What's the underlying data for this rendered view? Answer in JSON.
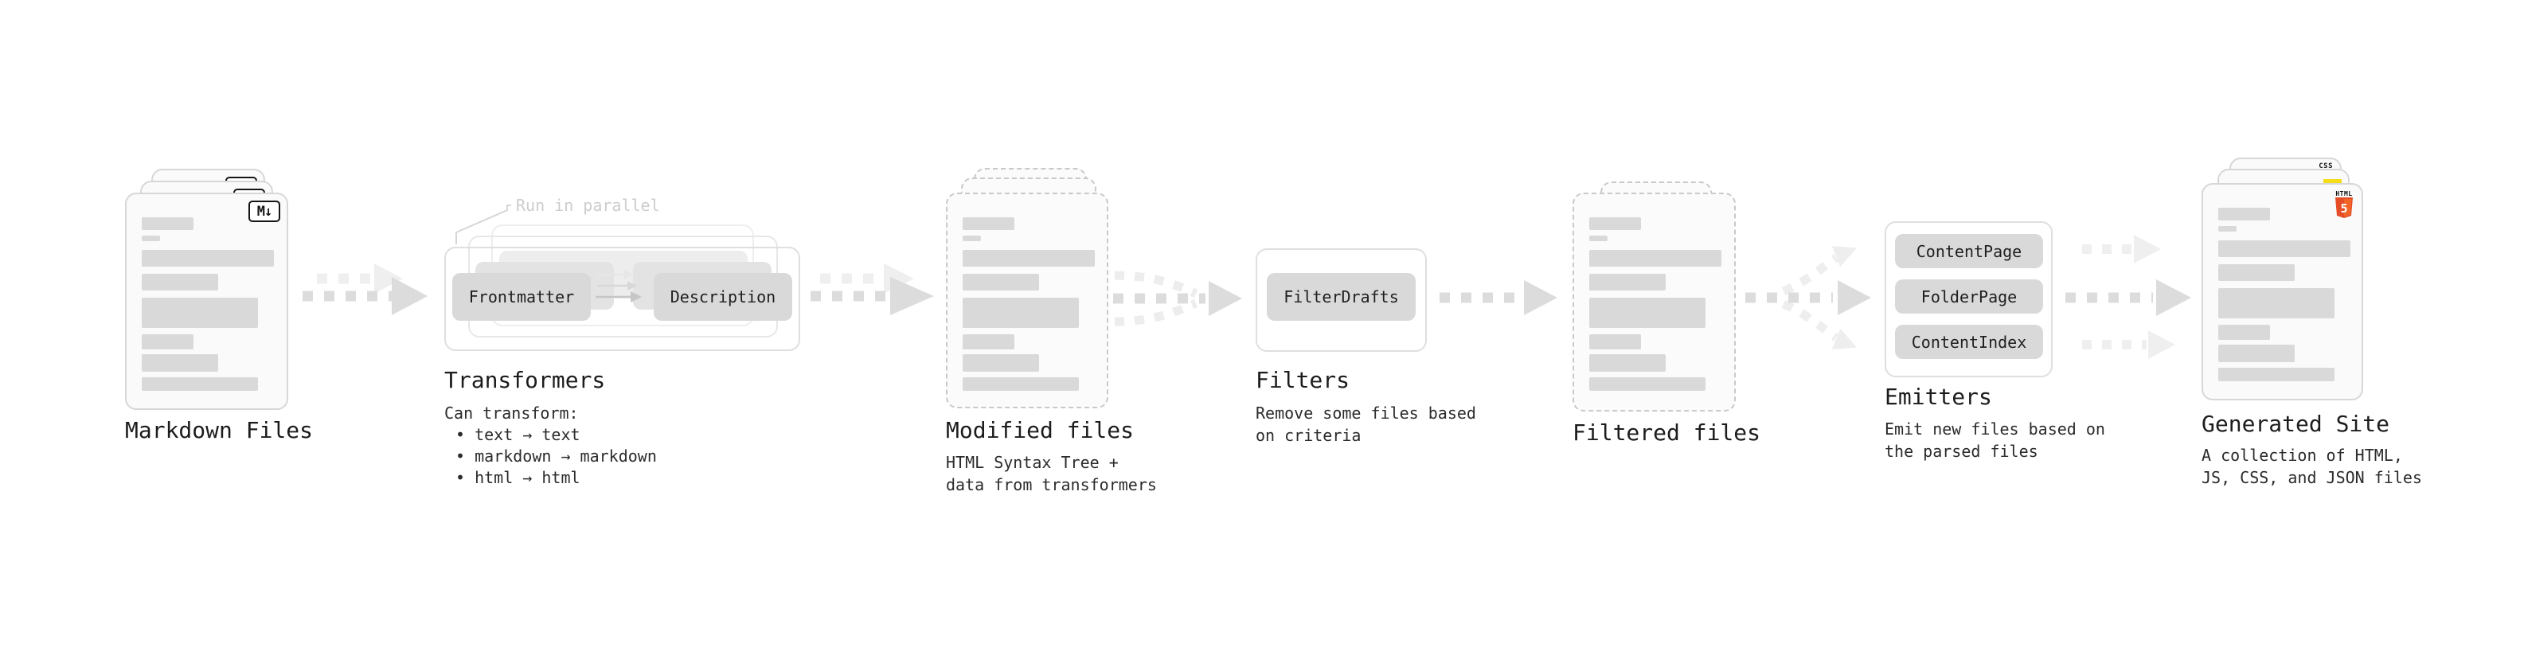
{
  "diagram": {
    "stages": {
      "markdown_files": {
        "label": "Markdown Files"
      },
      "transformers": {
        "label": "Transformers",
        "note": "Run in parallel",
        "buttons": [
          "Frontmatter",
          "Description"
        ],
        "desc_heading": "Can transform:",
        "bullets": [
          "• text → text",
          "• markdown → markdown",
          "• html → html"
        ]
      },
      "modified_files": {
        "label": "Modified files",
        "desc": "HTML Syntax Tree +\ndata from transformers"
      },
      "filters": {
        "label": "Filters",
        "buttons": [
          "FilterDrafts"
        ],
        "desc": "Remove some files based\non criteria"
      },
      "filtered_files": {
        "label": "Filtered files"
      },
      "emitters": {
        "label": "Emitters",
        "buttons": [
          "ContentPage",
          "FolderPage",
          "ContentIndex"
        ],
        "desc": "Emit new files based on\nthe parsed files"
      },
      "generated_site": {
        "label": "Generated Site",
        "desc": "A collection of HTML,\nJS, CSS, and JSON files"
      }
    },
    "icons": {
      "markdown": "M↓",
      "css": "CSS",
      "html": "HTML",
      "html5_number": "5"
    },
    "colors": {
      "css_blue": "#2965f1",
      "js_yellow": "#f5de19",
      "html5_orange": "#e44d26",
      "html5_orange_light": "#f16529"
    }
  }
}
